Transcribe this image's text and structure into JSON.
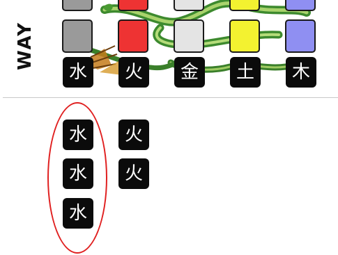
{
  "banner": {
    "way_label": "WAY",
    "columns": [
      {
        "element": "水",
        "color": "#9a9a9a",
        "top_color": "#9a9a9a"
      },
      {
        "element": "火",
        "color": "#ee3333",
        "top_color": "#ee3333"
      },
      {
        "element": "金",
        "color": "#e4e4e4",
        "top_color": "#e4e4e4"
      },
      {
        "element": "土",
        "color": "#f3f230",
        "top_color": "#f3f230"
      },
      {
        "element": "木",
        "color": "#8f8ff2",
        "top_color": "#8f8ff2"
      }
    ]
  },
  "hand": {
    "water_stack": [
      "水",
      "水",
      "水"
    ],
    "fire_stack": [
      "火",
      "火"
    ]
  },
  "highlight_color": "#e02020"
}
